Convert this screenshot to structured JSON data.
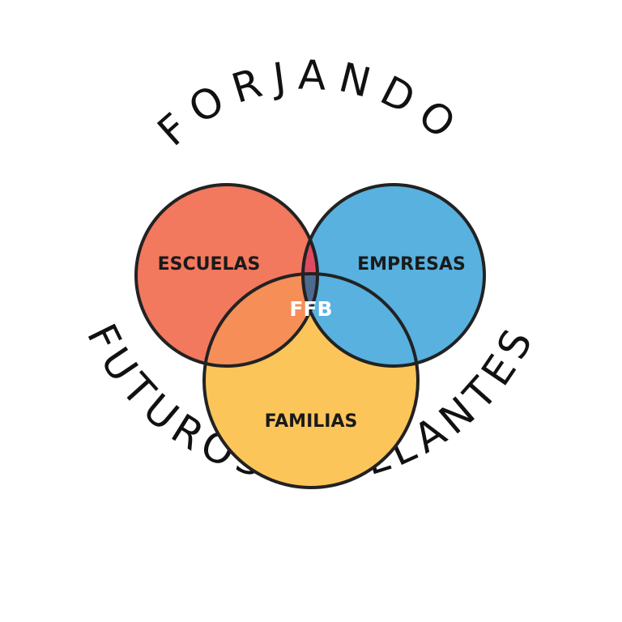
{
  "logo": {
    "top_text": "FORJANDO",
    "bottom_text": "FUTUROS BRILLANTES",
    "circles": [
      {
        "label": "ESCUELAS",
        "color": "#F2785E"
      },
      {
        "label": "EMPRESAS",
        "color": "#58B1DF"
      },
      {
        "label": "FAMILIAS",
        "color": "#FCC55A"
      }
    ],
    "intersections": {
      "escuelas_empresas_color": "#DF4A62",
      "escuelas_familias_color": "#F68E58",
      "empresas_familias_color": "#58B1DF",
      "center_label": "FFB",
      "center_color": "#4D6A90"
    },
    "outline_color": "#222222"
  }
}
